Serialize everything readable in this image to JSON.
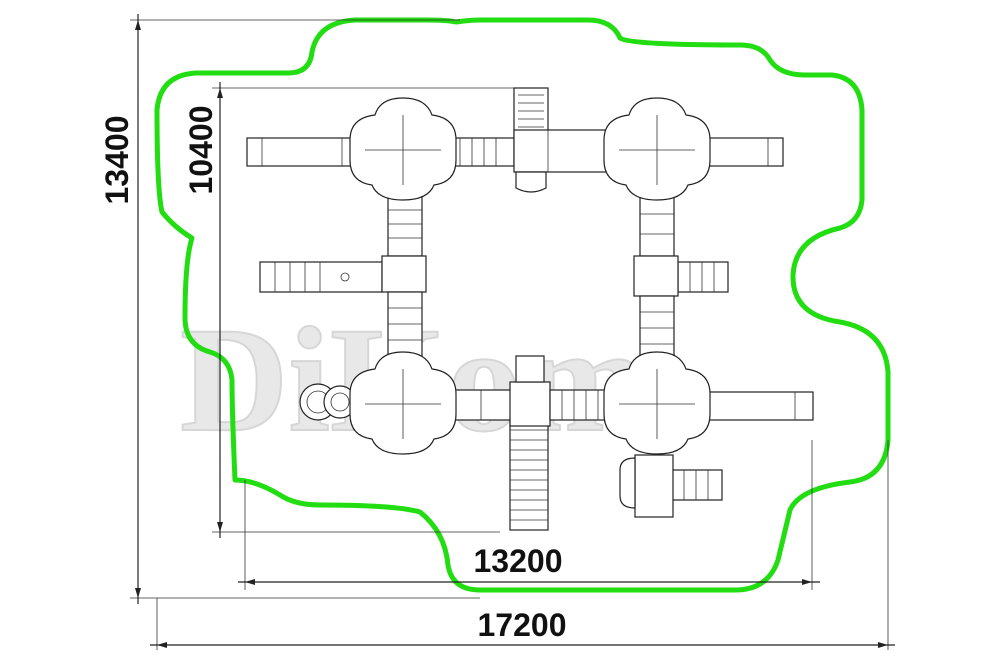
{
  "colors": {
    "safety_zone": "#22dd11",
    "lines": "#222222",
    "watermark": "#e6e6e6"
  },
  "dimensions": {
    "zone_width": "17200",
    "zone_height": "13400",
    "equipment_width": "13200",
    "equipment_height": "10400"
  },
  "watermark": "DiKom"
}
